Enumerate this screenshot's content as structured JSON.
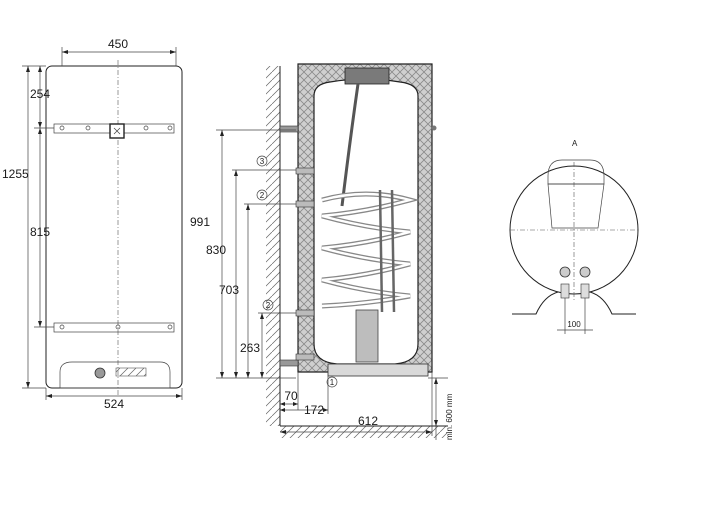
{
  "front_view": {
    "dim_width_top": "450",
    "dim_254": "254",
    "dim_height_total": "1255",
    "dim_815": "815",
    "dim_width_bottom": "524"
  },
  "section_view": {
    "dim_991": "991",
    "dim_830": "830",
    "dim_703": "703",
    "dim_263": "263",
    "dim_70": "70",
    "dim_172": "172",
    "dim_612": "612",
    "clearance": "min. 600 mm",
    "callout_3": "3",
    "callout_2_upper": "2",
    "callout_2_lower": "2",
    "callout_1": "1"
  },
  "top_view": {
    "label_a": "A",
    "dim_100": "100"
  }
}
